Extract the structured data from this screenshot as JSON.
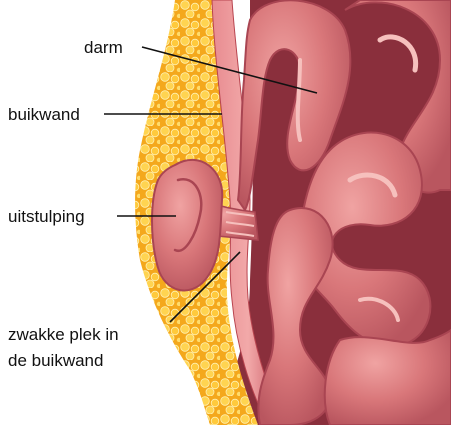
{
  "labels": {
    "intestine": "darm",
    "abdominal_wall": "buikwand",
    "bulge": "uitstulping",
    "weak_spot_line1": "zwakke plek in",
    "weak_spot_line2": "de buikwand"
  },
  "colors": {
    "fat_base": "#f4a81c",
    "fat_bubble": "#ffd451",
    "fat_outline": "#fff1b0",
    "muscle_layer": "#e47f86",
    "muscle_dark": "#c7545f",
    "intestine_base": "#d9777a",
    "intestine_shadow": "#a94552",
    "intestine_highlight": "#f3b1ae",
    "leader_line": "#111111"
  }
}
